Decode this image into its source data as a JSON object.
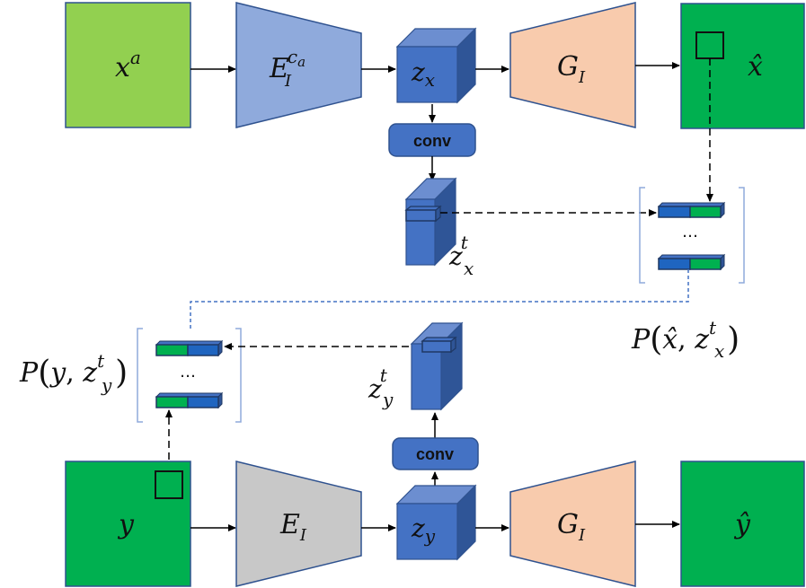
{
  "colors": {
    "input_light_green": "#92d050",
    "green": "#00b050",
    "encoder_blue": "#8faadc",
    "encoder_gray": "#c8c8c8",
    "generator_peach": "#f8cbad",
    "latent_blue": "#4472c4",
    "conv_blue": "#4472c4",
    "outline": "#2f528f",
    "dashed_blue": "#4472c4"
  },
  "labels": {
    "xa_base": "x",
    "xa_sup": "a",
    "enc_c_base": "E",
    "enc_c_sup": "c",
    "enc_c_sub": "I",
    "enc_c_subsup": "a",
    "zx_base": "z",
    "zx_sub": "x",
    "gen_top_base": "G",
    "gen_top_sub": "I",
    "xhat": "x̂",
    "conv_top": "conv",
    "zxt_base": "z",
    "zxt_sup": "t",
    "zxt_sub": "x",
    "dots_right": "…",
    "px_prefix": "P(",
    "px_xhat": "x̂",
    "px_comma": ", ",
    "px_z": "z",
    "px_sup": "t",
    "px_sub": "x",
    "px_close": ")",
    "py_prefix": "P(",
    "py_y": "y",
    "py_comma": ", ",
    "py_z": "z",
    "py_sup": "t",
    "py_sub": "y",
    "py_close": ")",
    "dots_left": "…",
    "zyt_base": "z",
    "zyt_sup": "t",
    "zyt_sub": "y",
    "conv_bottom": "conv",
    "y": "y",
    "enc_i_base": "E",
    "enc_i_sub": "I",
    "zy_base": "z",
    "zy_sub": "y",
    "gen_bot_base": "G",
    "gen_bot_sub": "I",
    "yhat": "ŷ"
  }
}
